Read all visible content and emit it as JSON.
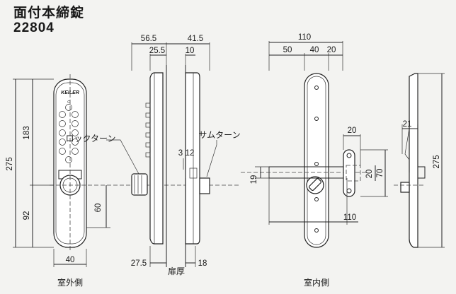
{
  "header": {
    "title": "面付本締錠",
    "model": "22804"
  },
  "brand": "KEILER",
  "labels": {
    "lock_turn": "ロックターン",
    "thumb_turn": "サムターン",
    "door_thickness": "扉厚",
    "outside_view": "室外側",
    "inside_view": "室内側"
  },
  "keypad_keys": [
    "C",
    "1",
    "2",
    "3",
    "4",
    "5",
    "6",
    "7",
    "8",
    "9",
    "0"
  ],
  "dimensions": {
    "d56_5": "56.5",
    "d41_5": "41.5",
    "d25_5": "25.5",
    "d10": "10",
    "d110_top": "110",
    "d50": "50",
    "d40": "40",
    "d20_top": "20",
    "d183": "183",
    "d275_left": "275",
    "d92": "92",
    "d60": "60",
    "d40_bottom": "40",
    "d3": "3",
    "d12": "12",
    "d27_5": "27.5",
    "d18": "18",
    "d20_strike": "20",
    "d21": "21",
    "d275_right": "275",
    "d19": "19",
    "d20_side": "20",
    "d70": "70",
    "d110_bottom": "110"
  }
}
